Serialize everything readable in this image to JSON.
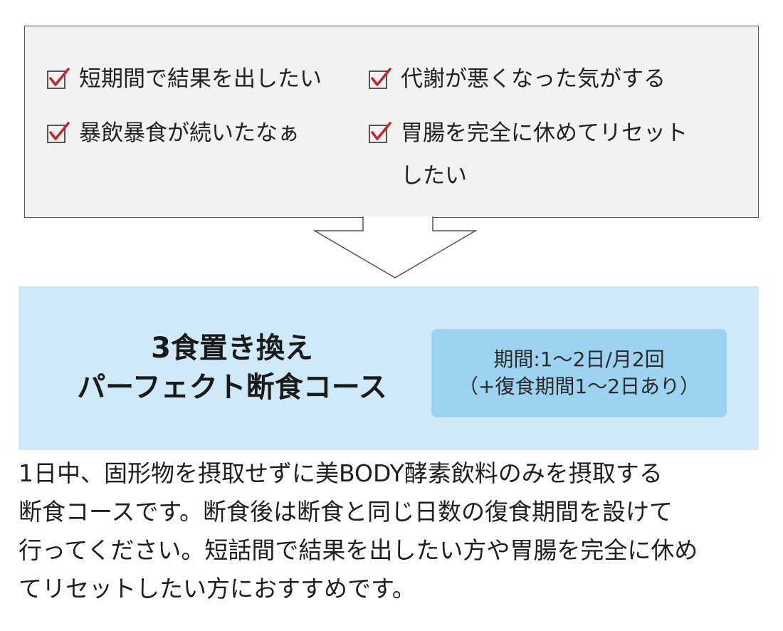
{
  "checklist": {
    "items": [
      {
        "line1": "短期間で結果を出したい"
      },
      {
        "line1": "代謝が悪くなった気がする"
      },
      {
        "line1": "暴飲暴食が続いたなぁ"
      },
      {
        "line1": "胃腸を完全に休めてリセット",
        "line2": "したい"
      }
    ],
    "check_color": "#c0272d"
  },
  "course": {
    "title_line1": "3食置き換え",
    "title_line2": "パーフェクト断食コース",
    "period_line1": "期間:1～2日/月2回",
    "period_line2": "（+復食期間1～2日あり）",
    "background": "#cfe9f8",
    "badge_color": "#9dd3f0"
  },
  "description": {
    "line1": "1日中、固形物を摂取せずに美BODY酵素飲料のみを摂取する",
    "line2": "断食コースです。断食後は断食と同じ日数の復食期間を設けて",
    "line3": "行ってください。短話間で結果を出したい方や胃腸を完全に休め",
    "line4": "てリセットしたい方におすすめです。"
  }
}
